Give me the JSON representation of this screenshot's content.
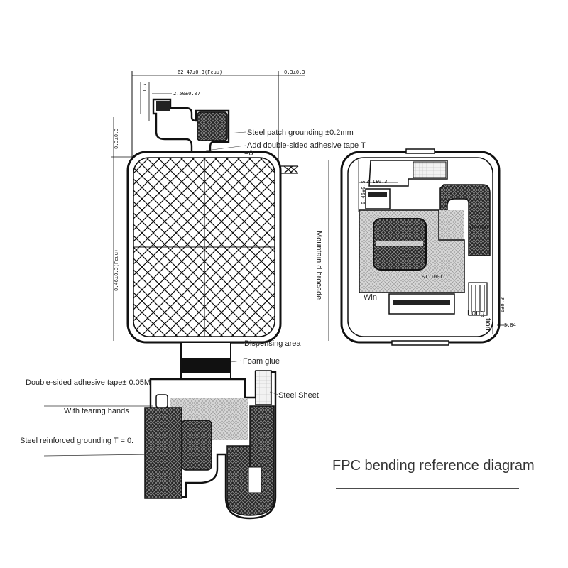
{
  "title": "FPC bending reference diagram",
  "labels": {
    "steel_patch": "Steel patch grounding ±0.2mm",
    "adhesive_tape_t": "Add double-sided adhesive tape T",
    "adhesive_tape_t2": "=0",
    "dispensing_area": "Dispensing area",
    "foam_glue": "Foam glue",
    "double_sided_tape": "Double-sided adhesive tape± 0.05M",
    "tearing_hands": "With tearing hands",
    "steel_sheet": "Steel Sheet",
    "steel_reinforced": "Steel reinforced grounding T = 0.",
    "mountain_brocade": "Mountain d brocade",
    "win": "Win",
    "long": "Long",
    "tion": "tion"
  },
  "dimensions": {
    "top_width": "62.47±0.3(Fcuu)",
    "top_right": "0.3±0.3",
    "left_17": "1.7",
    "tab_width": "2.50±0.07",
    "left_upper": "0.3±0.3",
    "left_height": "0.46±0.3(Fcuu)",
    "right_v1": "0.46±0.5",
    "right_h1": "3.1±0.3",
    "right_v2": "6±0.3",
    "right_384": "3.84",
    "chip": "G101001",
    "chip_label2": "S1 1001"
  }
}
